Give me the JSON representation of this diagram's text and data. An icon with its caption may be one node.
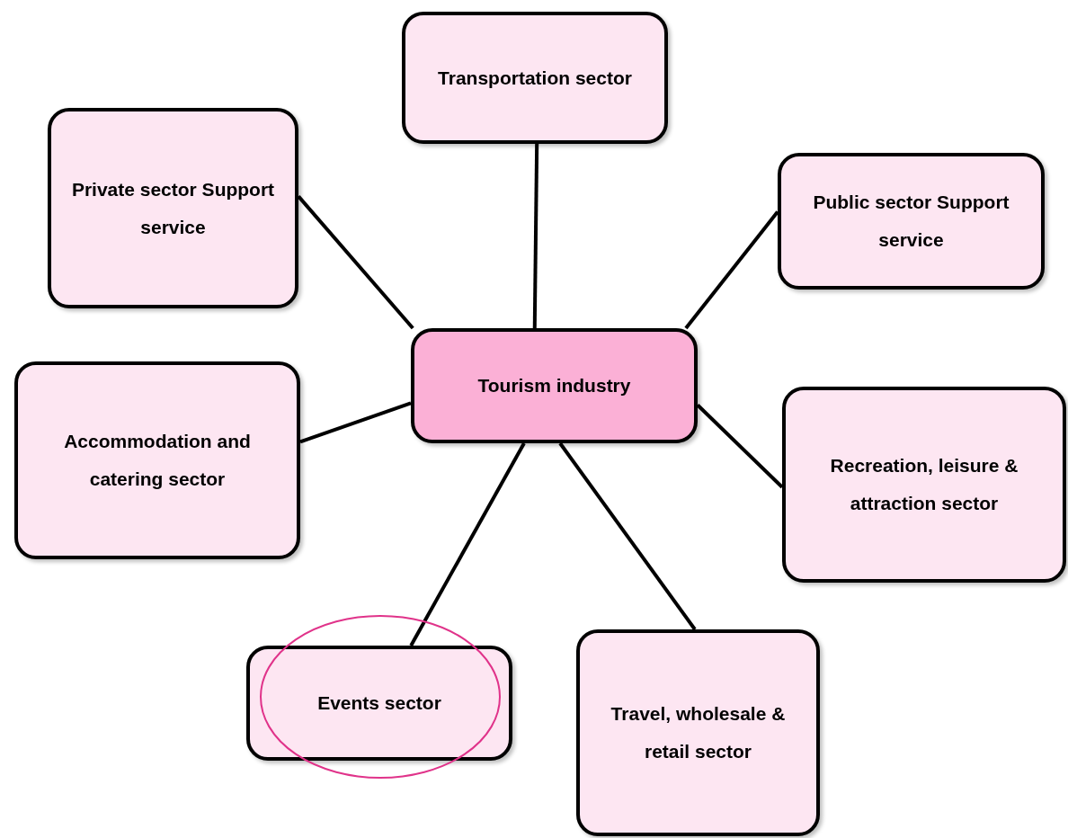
{
  "diagram": {
    "nodes": [
      {
        "text": [
          "Tourism industry"
        ]
      },
      {
        "text": [
          "Transportation sector"
        ]
      },
      {
        "text": [
          "Private sector Support service"
        ]
      },
      {
        "text": [
          "Public sector Support service"
        ]
      },
      {
        "text": [
          "Accommodation and catering sector"
        ]
      },
      {
        "text": [
          "Recreation, leisure & attraction sector"
        ]
      },
      {
        "text": [
          "Events sector"
        ]
      },
      {
        "text": [
          "Travel, wholesale & retail sector"
        ]
      }
    ],
    "edges": [
      {
        "from": 0,
        "to": 1,
        "arrow": "none"
      },
      {
        "from": 0,
        "to": 2,
        "arrow": "none"
      },
      {
        "from": 0,
        "to": 3,
        "arrow": "none"
      },
      {
        "from": 0,
        "to": 4,
        "arrow": "none"
      },
      {
        "from": 0,
        "to": 5,
        "arrow": "none"
      },
      {
        "from": 0,
        "to": 6,
        "arrow": "none"
      },
      {
        "from": 0,
        "to": 7,
        "arrow": "none"
      }
    ]
  }
}
